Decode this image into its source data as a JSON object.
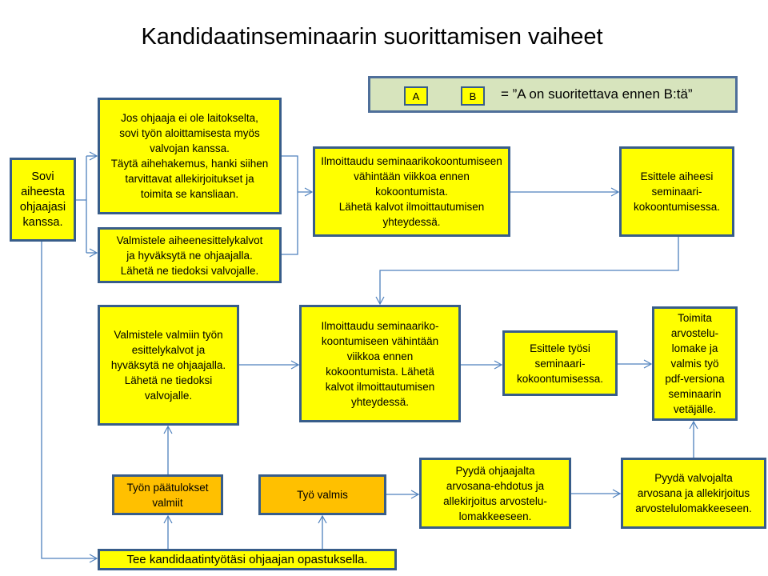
{
  "title": "Kandidaatinseminaarin suorittamisen vaiheet",
  "legend": {
    "a": "A",
    "b": "B",
    "text": "= ”A on suoritettava ennen B:tä”"
  },
  "boxes": {
    "sovi": "Sovi\naiheesta\nohjaajasi\nkanssa.",
    "jos_ohjaaja": "Jos ohjaaja ei ole laitokselta,\nsovi työn  aloittamisesta myös\nvalvojan kanssa.\nTäytä aihehakemus, hanki siihen\ntarvittavat allekirjoitukset ja\ntoimita se kansliaan.",
    "valmistele_aihe": "Valmistele aiheenesittelykalvot\nja hyväksytä ne ohjaajalla.\nLähetä ne tiedoksi valvojalle.",
    "ilmoittaudu_1": "Ilmoittaudu seminaarikokoontumiseen\nvähintään viikkoa ennen kokoontumista.\nLähetä kalvot ilmoittautumisen yhteydessä.",
    "esittele_aihe": "Esittele aiheesi\nseminaari-\nkokoontumisessa.",
    "valmistele_valmis": "Valmistele valmiin työn\nesittelykalvot ja\nhyväksytä ne ohjaajalla.\nLähetä ne tiedoksi\nvalvojalle.",
    "ilmoittaudu_2": "Ilmoittaudu seminaariko-\nkoontumiseen  vähintään\nviikkoa ennen\nkokoontumista.  Lähetä\nkalvot ilmoittautumisen\nyhteydessä.",
    "esittele_tyo": "Esittele työsi\nseminaari-\nkokoontumisessa.",
    "toimita": "Toimita\narvostelu-\nlomake ja\nvalmis työ\npdf-versiona\nseminaarin\nvetäjälle.",
    "paatulokset": "Työn päätulokset\nvalmiit",
    "tyo_valmis": "Työ valmis",
    "pyyda_ohjaaja": "Pyydä ohjaajalta\narvosana-ehdotus ja\nallekirjoitus arvostelu-\nlomakkeeseen.",
    "pyyda_valvoja": "Pyydä valvojalta\narvosana ja allekirjoitus\narvostelulomakkeeseen.",
    "tee_tyo": "Tee kandidaatintyötäsi ohjaajan opastuksella."
  },
  "colors": {
    "step": "#ffff00",
    "milestone": "#ffc000",
    "border": "#385d8a",
    "connector": "#4f81bd",
    "legend_bg": "#d7e4bd"
  }
}
